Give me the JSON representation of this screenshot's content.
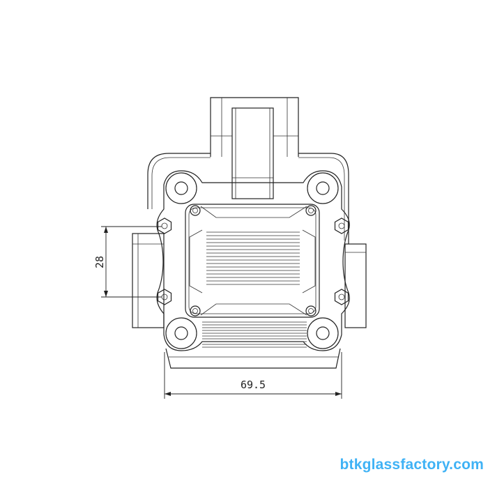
{
  "drawing": {
    "dimension_height": "28",
    "dimension_width": "69.5"
  },
  "watermark": "btkglassfactory.com",
  "colors": {
    "line": "#222222",
    "watermark": "#3fb2f5"
  }
}
